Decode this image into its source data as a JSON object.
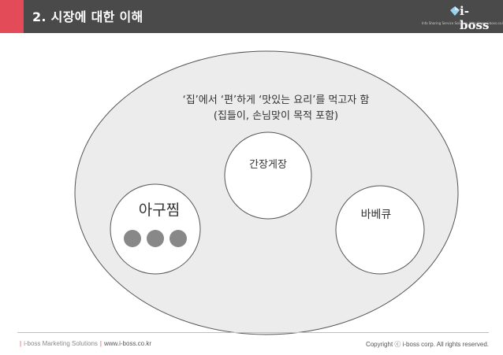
{
  "header": {
    "title": "2. 시장에 대한 이해",
    "logo_text": "i-boss",
    "logo_tagline": "Info Sharing Service Solution, http://www.i-boss.co.kr"
  },
  "diagram": {
    "caption_line1": "‘집’에서 ‘편’하게 ‘맛있는 요리’를 먹고자 함",
    "caption_line2": "(집들이, 손님맞이 목적 포함)",
    "circles": {
      "center_label": "간장게장",
      "left_label": "아구찜",
      "right_label": "바베큐"
    },
    "dots": 3
  },
  "footer": {
    "company": "i-boss Marketing Solutions",
    "website": "www.i-boss.co.kr",
    "copyright": "Copyright ⓒ i-boss corp. All rights reserved."
  },
  "colors": {
    "header_bg": "#4a4a4a",
    "accent": "#e24b57",
    "big_ellipse_fill": "#ececec",
    "dot": "#888888"
  }
}
